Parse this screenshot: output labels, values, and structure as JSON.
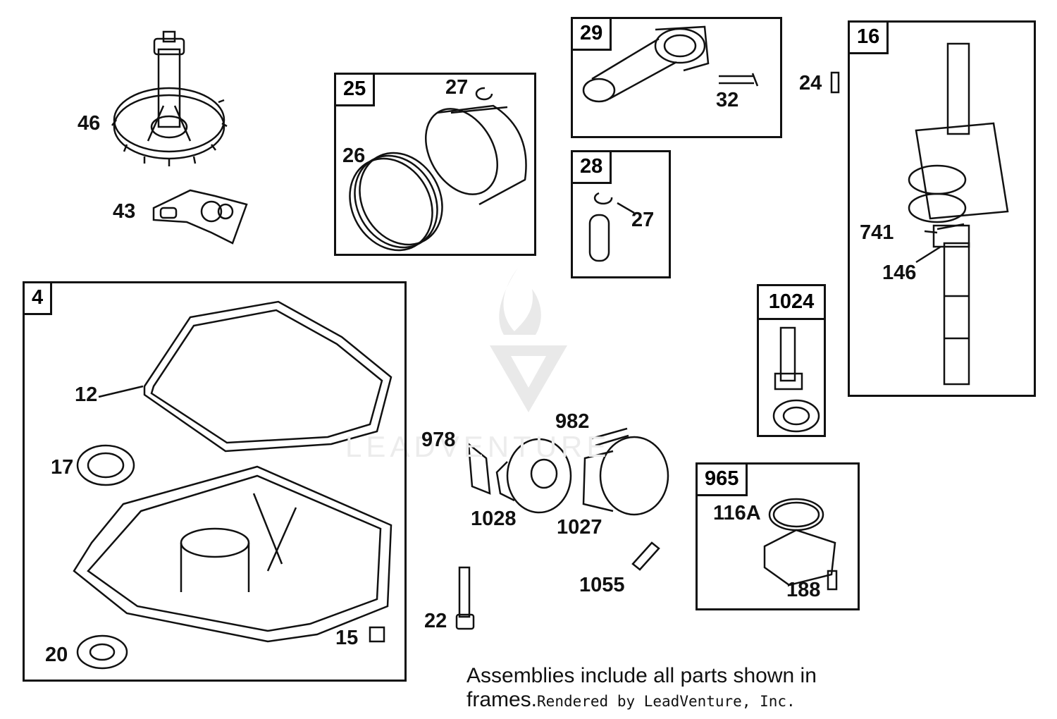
{
  "frames": [
    {
      "id": "f29",
      "tag": "29"
    },
    {
      "id": "f25",
      "tag": "25"
    },
    {
      "id": "f16",
      "tag": "16"
    },
    {
      "id": "f28",
      "tag": "28"
    },
    {
      "id": "f4",
      "tag": "4"
    },
    {
      "id": "f1024",
      "tag": "1024"
    },
    {
      "id": "f965",
      "tag": "965"
    }
  ],
  "labels": {
    "p46": "46",
    "p43": "43",
    "p27a": "27",
    "p26": "26",
    "p32": "32",
    "p24": "24",
    "p27b": "27",
    "p741": "741",
    "p146": "146",
    "p12": "12",
    "p17": "17",
    "p15": "15",
    "p20": "20",
    "p978": "978",
    "p982": "982",
    "p1028": "1028",
    "p1027": "1027",
    "p1055": "1055",
    "p22": "22",
    "p116A": "116A",
    "p188": "188"
  },
  "note": {
    "text": "Assemblies include all parts shown in frames.",
    "rendered_by": "Rendered by LeadVenture, Inc."
  },
  "watermark": {
    "text": "LEADVENTURE"
  }
}
